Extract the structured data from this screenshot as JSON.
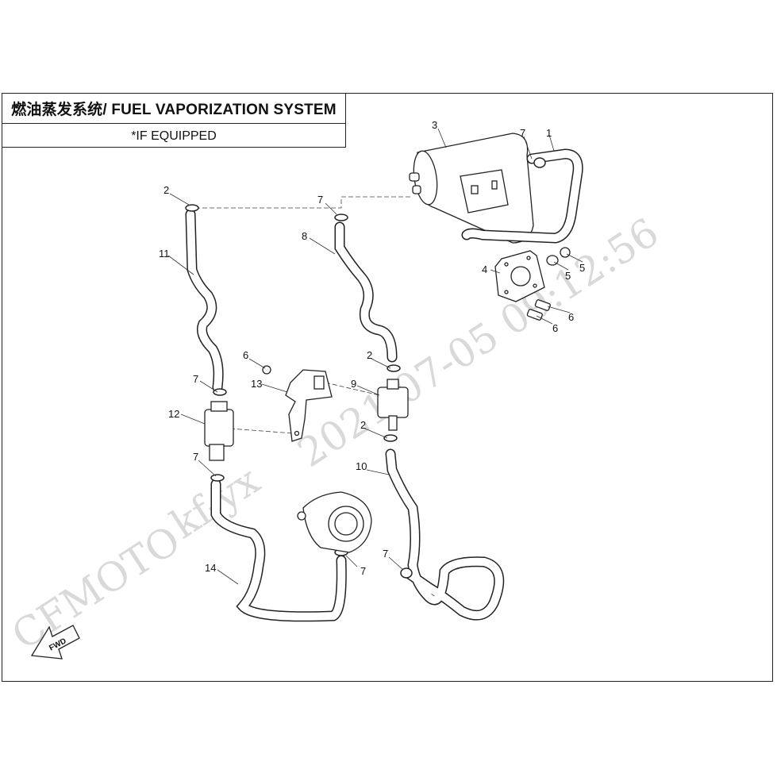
{
  "title": "燃油蒸发系统/ FUEL VAPORIZATION SYSTEM",
  "subtitle": "*IF EQUIPPED",
  "watermark": {
    "brand": "CFMOTO",
    "user": "kf-yx",
    "timestamp": "2021-07-05 09:12:56"
  },
  "fwd_label": "FWD",
  "callouts": {
    "c1": "1",
    "c2a": "2",
    "c2b": "2",
    "c2c": "2",
    "c3": "3",
    "c4": "4",
    "c5a": "5",
    "c5b": "5",
    "c6a": "6",
    "c6b": "6",
    "c6c": "6",
    "c7a": "7",
    "c7b": "7",
    "c7c": "7",
    "c7d": "7",
    "c7e": "7",
    "c7f": "7",
    "c8": "8",
    "c9": "9",
    "c10": "10",
    "c11": "11",
    "c12": "12",
    "c13": "13",
    "c14": "14"
  }
}
